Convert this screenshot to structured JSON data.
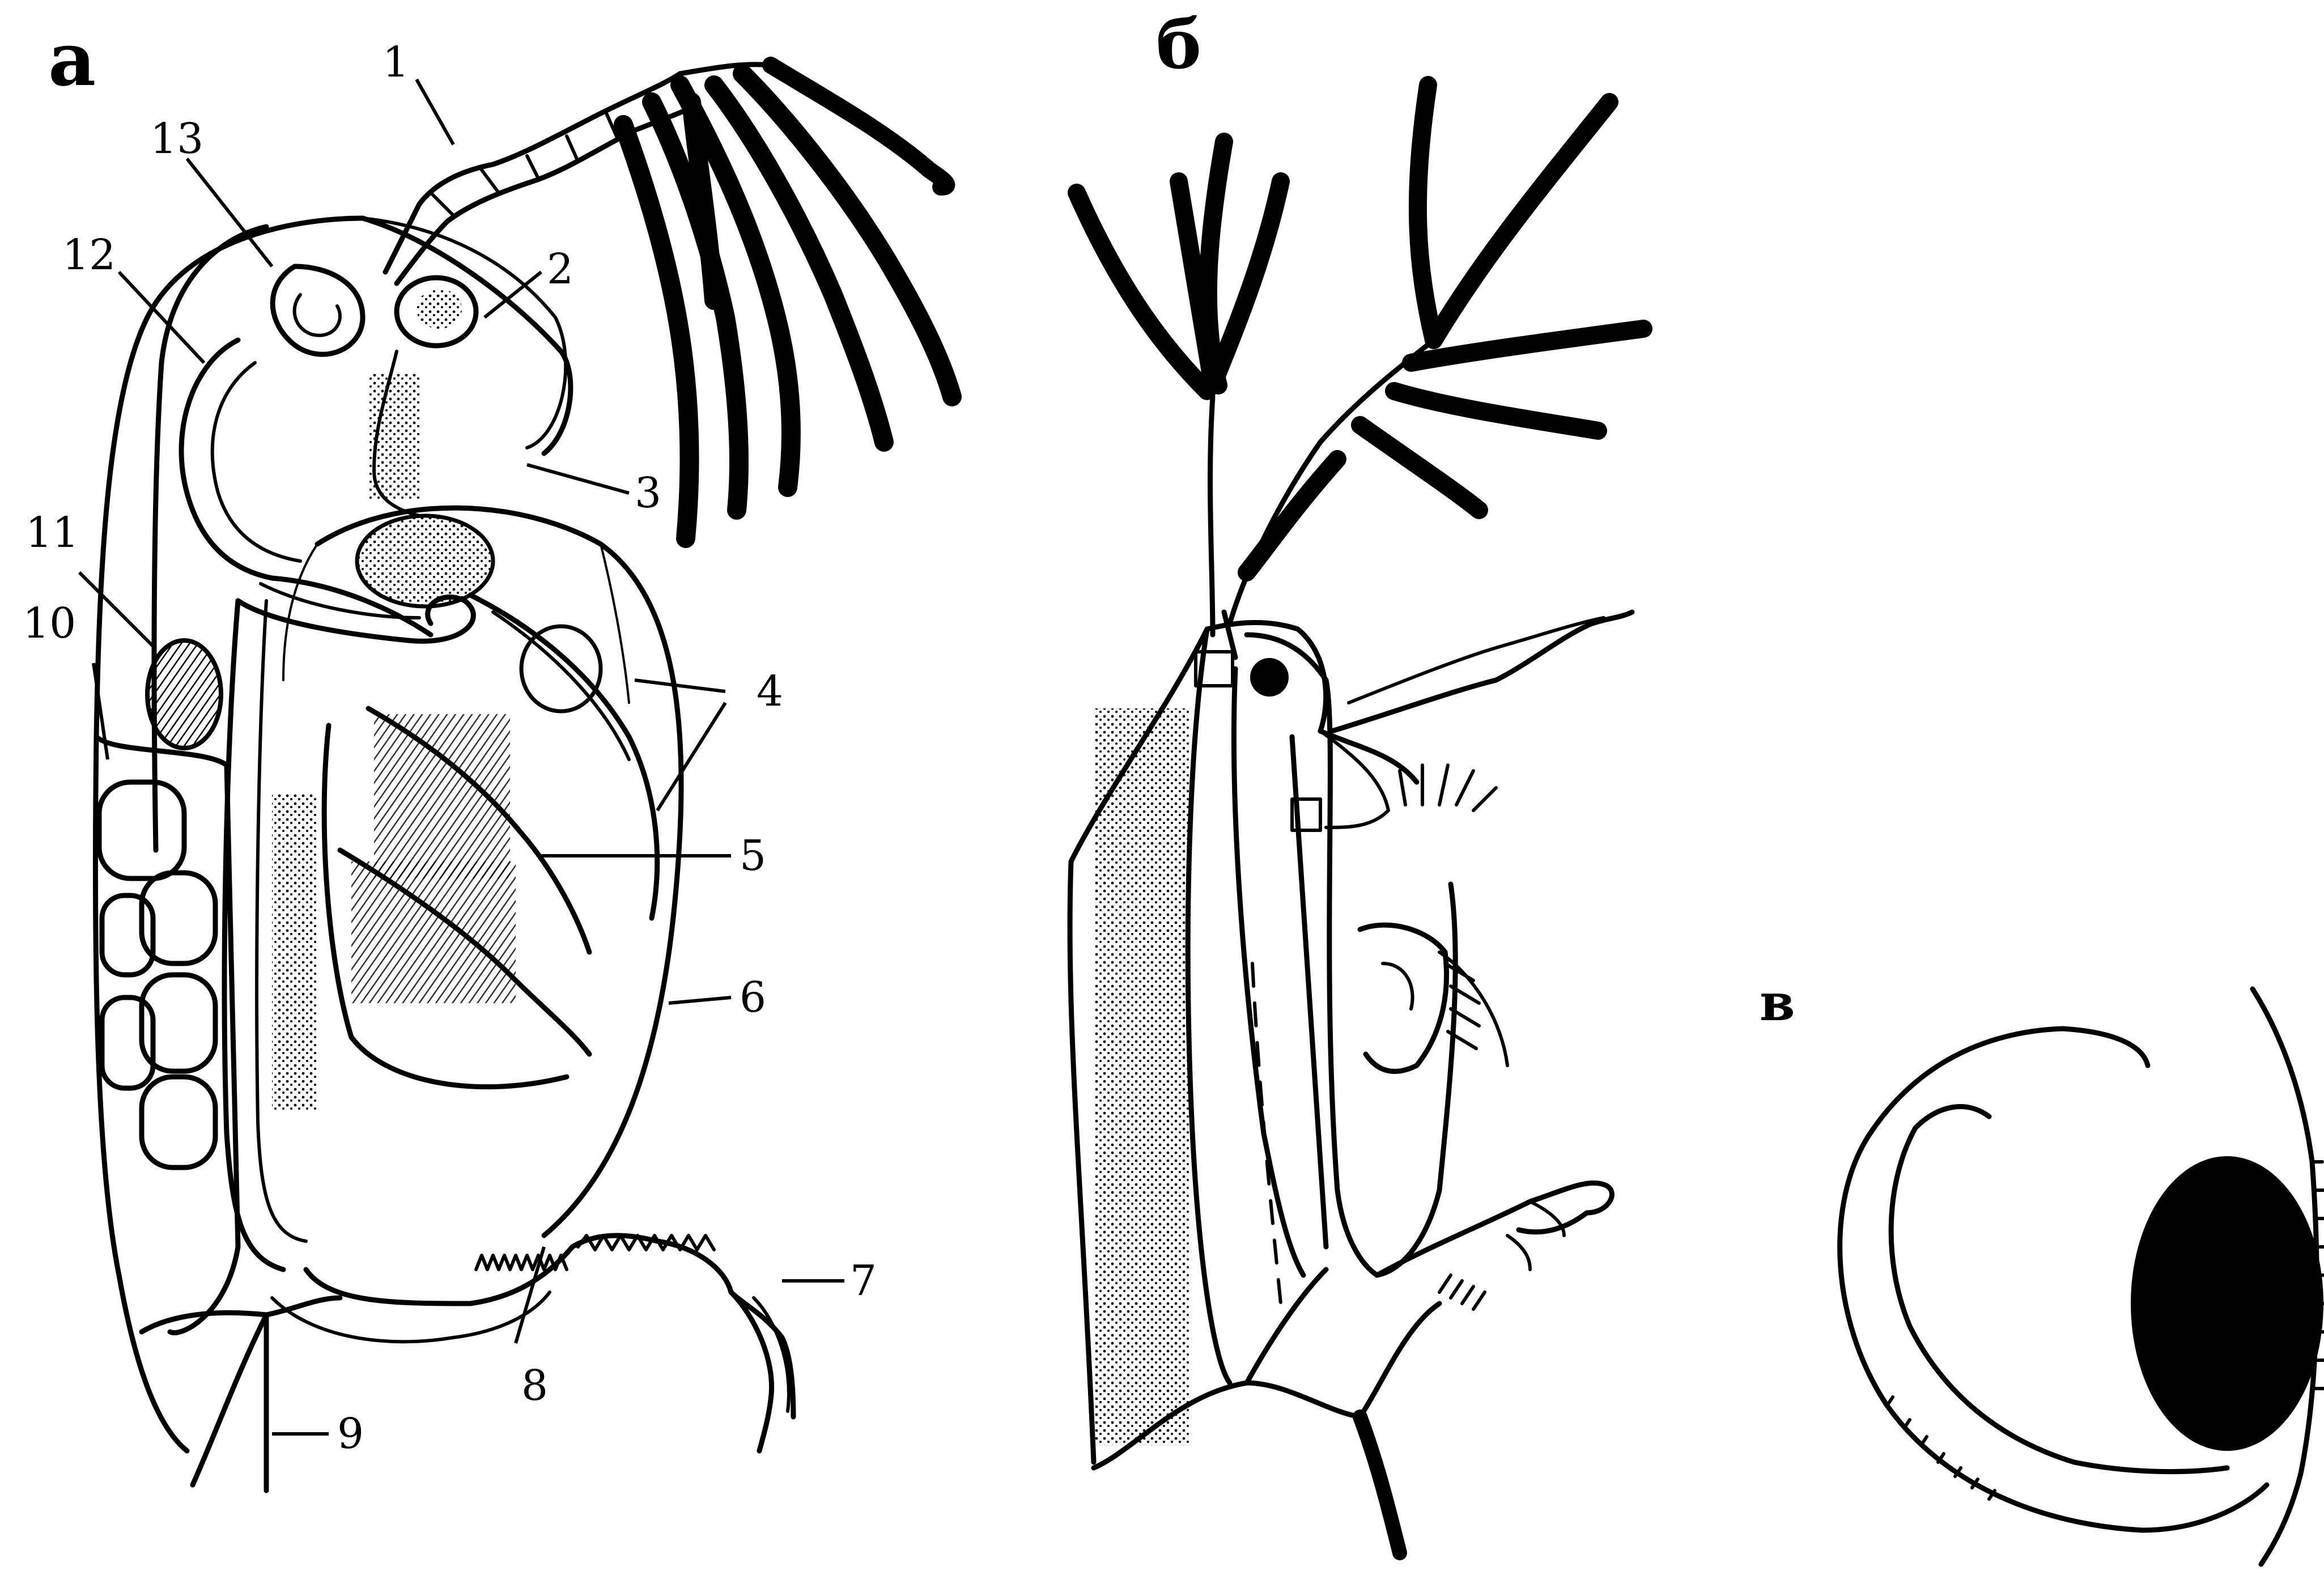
{
  "panels": {
    "a": "а",
    "b": "б",
    "c": "в"
  },
  "labels": [
    "1",
    "2",
    "3",
    "4",
    "5",
    "6",
    "7",
    "8",
    "9",
    "10",
    "11",
    "12",
    "13"
  ],
  "colors": {
    "ink": "#000000",
    "paper": "#ffffff"
  }
}
